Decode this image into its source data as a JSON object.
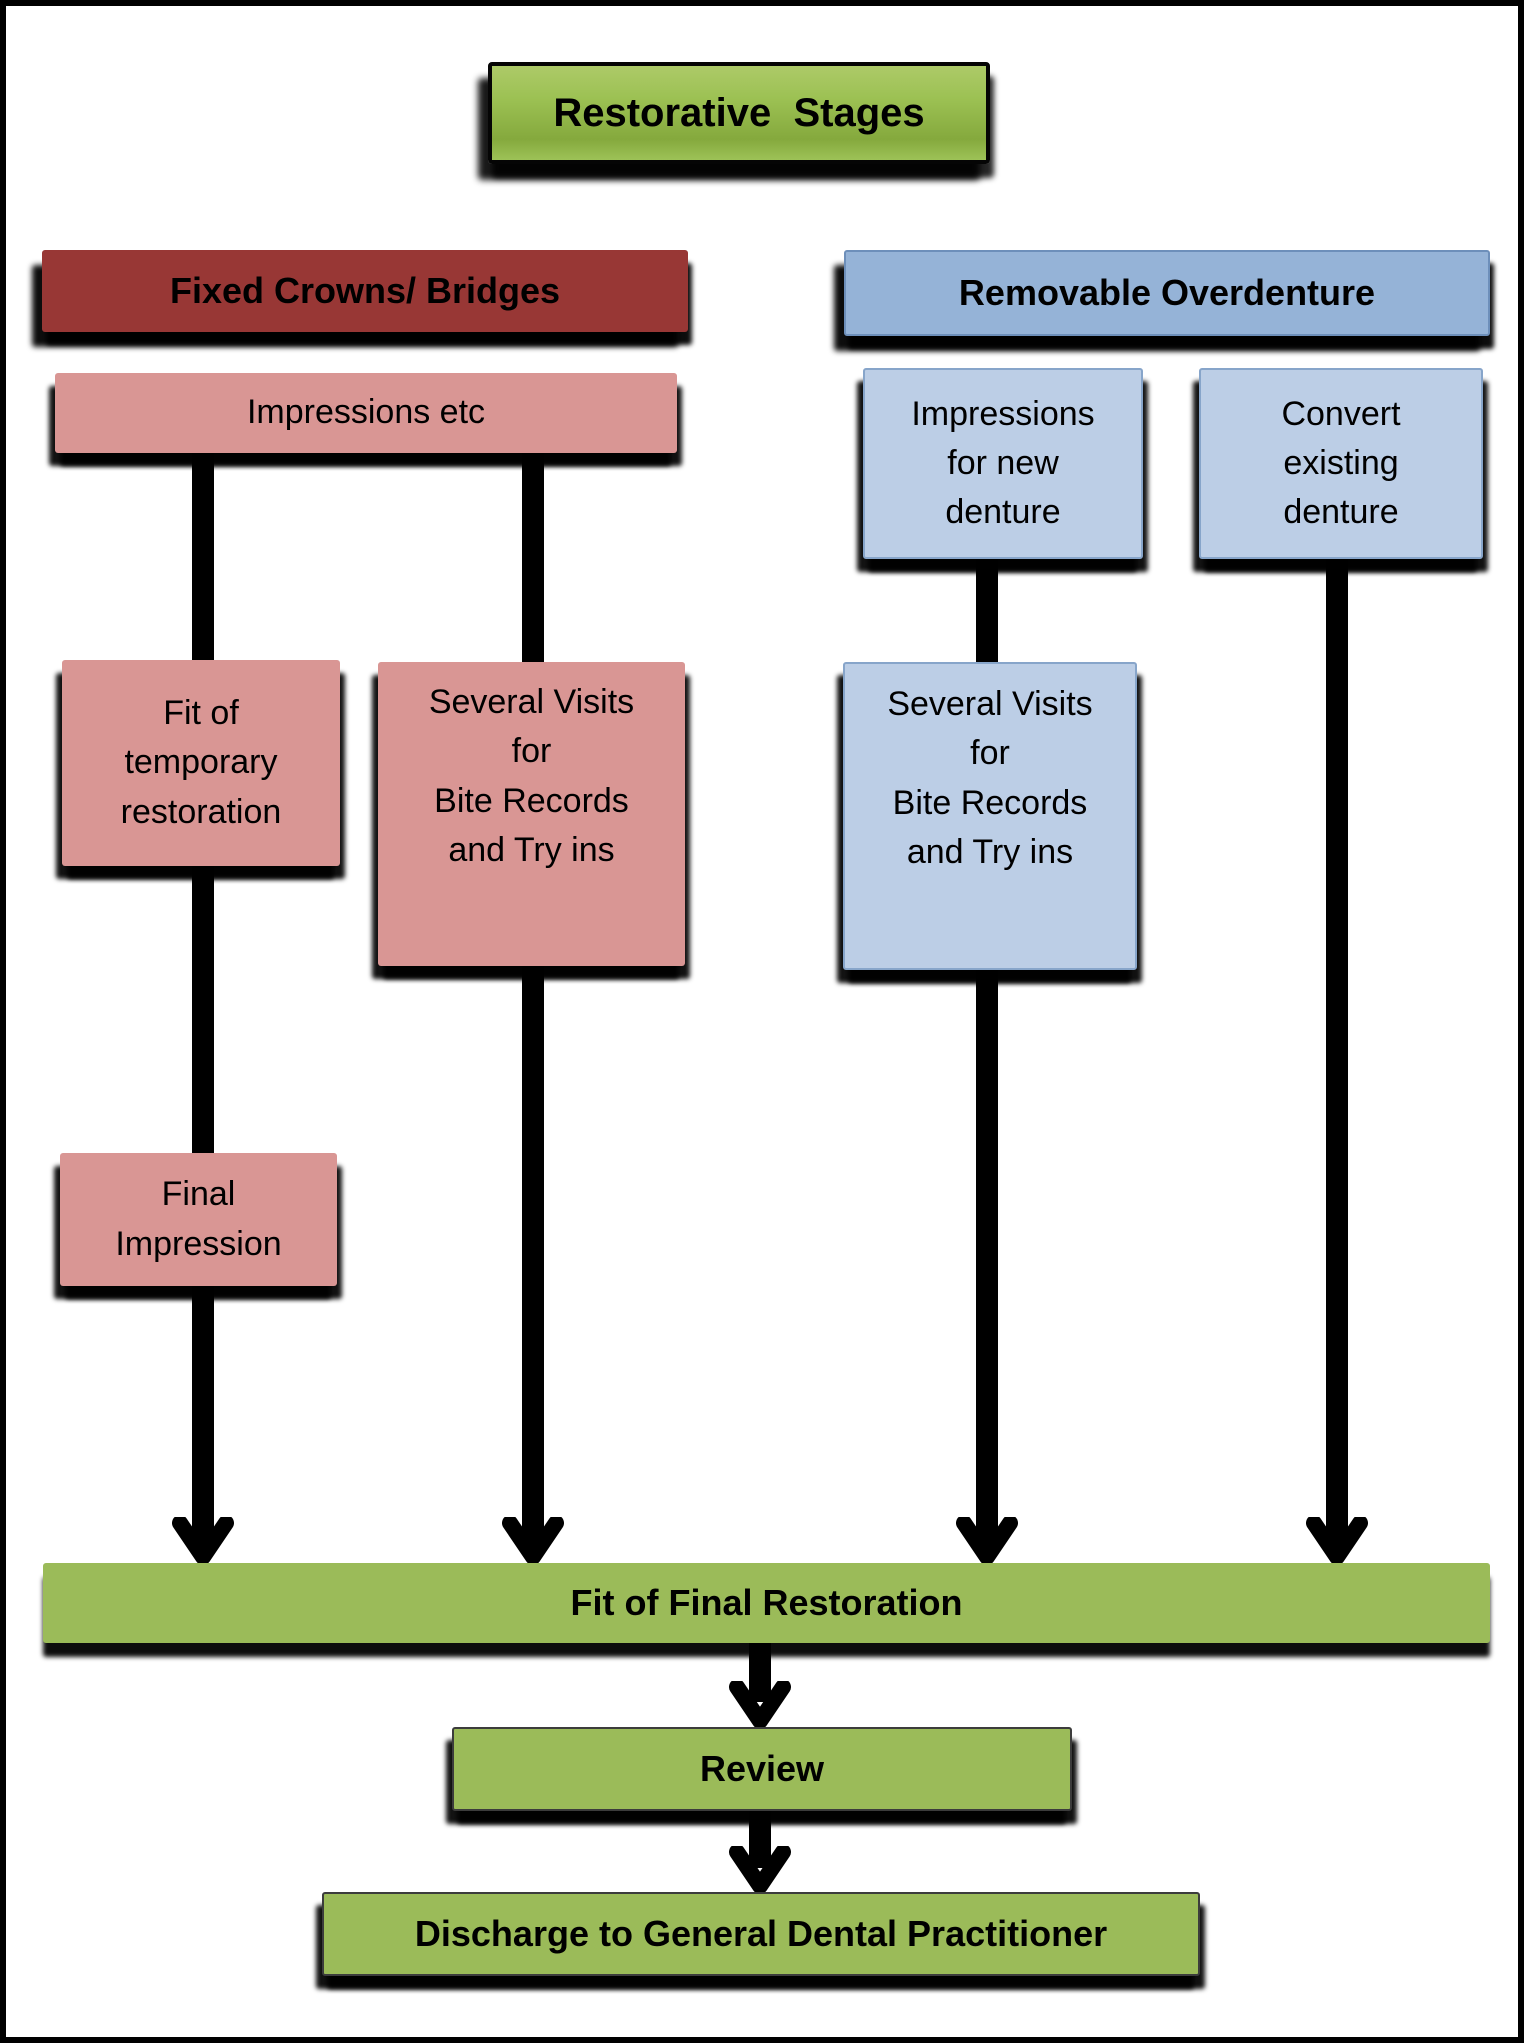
{
  "title": {
    "label": "Restorative  Stages"
  },
  "headers": {
    "fixed": "Fixed Crowns/ Bridges",
    "removable": "Removable Overdenture"
  },
  "nodes": {
    "impressions_etc": "Impressions etc",
    "impressions_new_denture": "Impressions\nfor new\ndenture",
    "convert_existing_denture": "Convert\nexisting\ndenture",
    "fit_of_temporary_restoration": "Fit of\ntemporary\nrestoration",
    "several_visits_fixed": "Several Visits\nfor\nBite Records\nand Try ins",
    "several_visits_removable": "Several Visits\nfor\nBite Records\nand Try ins",
    "final_impression": "Final\nImpression",
    "fit_of_final_restoration": "Fit of Final Restoration",
    "review": "Review",
    "discharge": "Discharge to General Dental Practitioner"
  },
  "colors": {
    "title_green_top": "#ADCA68",
    "title_green_bottom": "#85A93D",
    "green": "#9BBB59",
    "pink": "#D99694",
    "dark_red": "#983735",
    "header_blue": "#95B3D7",
    "light_blue": "#BCCEE6",
    "connector": "#000000",
    "frame": "#000000",
    "background": "#FFFFFF"
  }
}
